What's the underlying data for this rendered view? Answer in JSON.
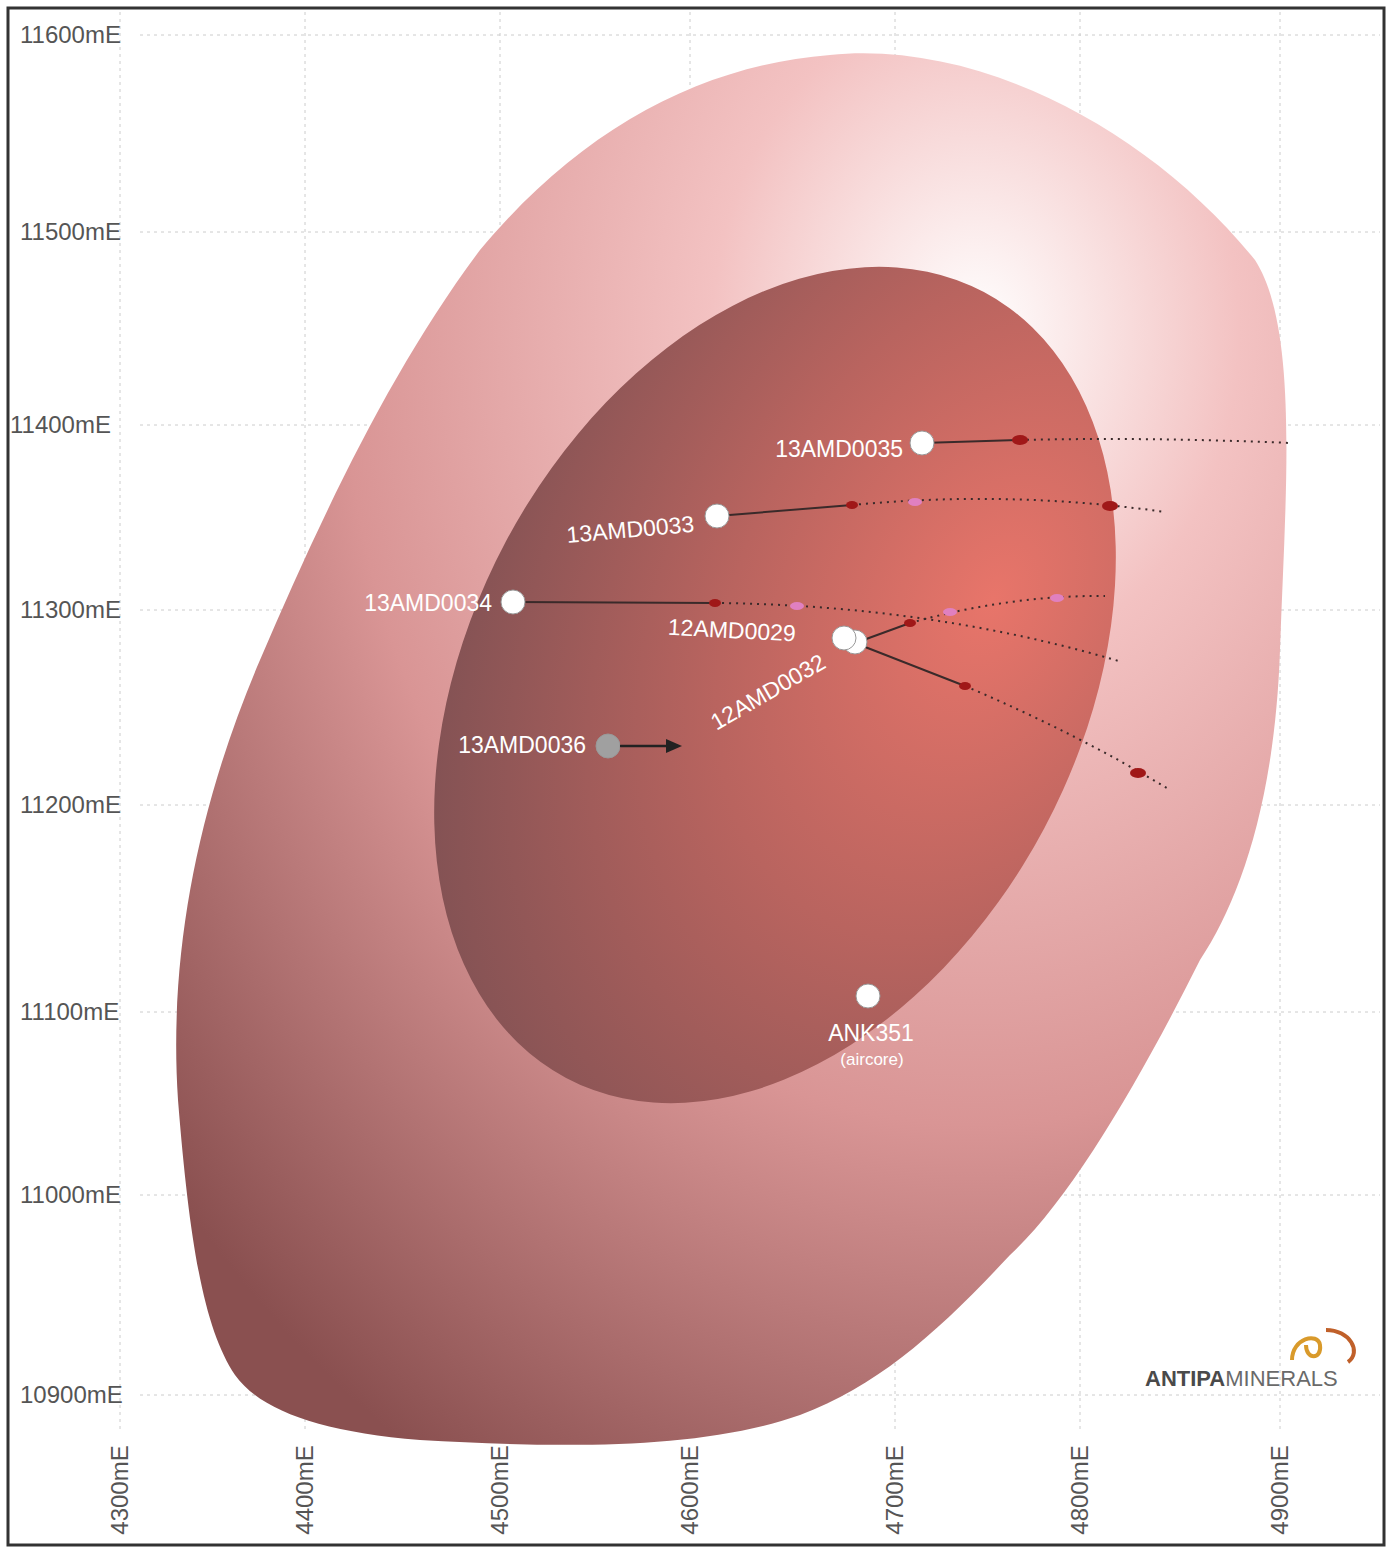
{
  "diagram": {
    "labels": [
      "11600mE",
      "11500mE",
      "11400mE",
      "11300mE",
      "11200mE",
      "11100mE",
      "11000mE",
      "10900mE",
      "4300mE",
      "4400mE",
      "4500mE",
      "4600mE",
      "4700mE",
      "4800mE",
      "4900mE",
      "13AMD0035",
      "13AMD0033",
      "13AMD0034",
      "12AMD0029",
      "12AMD0032",
      "13AMD0036",
      "ANK351",
      "(aircore)",
      "ANTIPA",
      "MINERALS"
    ]
  }
}
